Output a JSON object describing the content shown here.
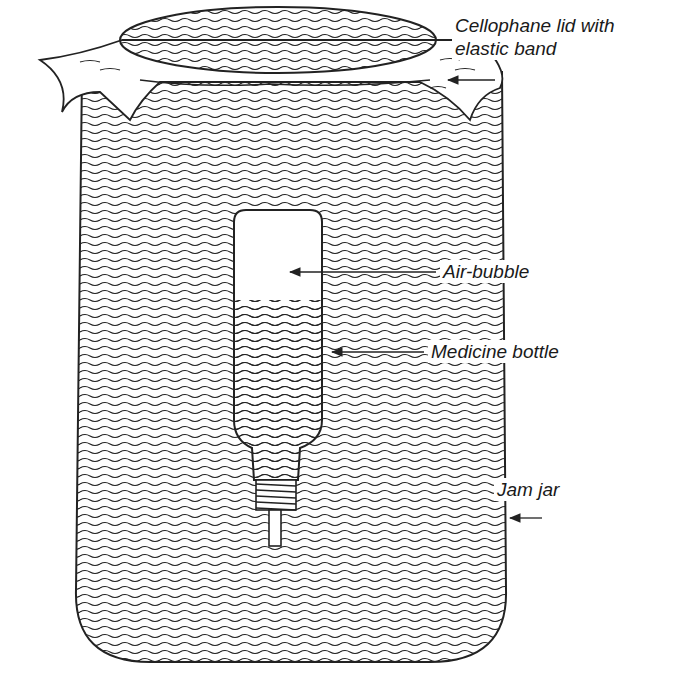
{
  "diagram": {
    "labels": [
      "Cellophane lid with elastic band",
      "Air-bubble",
      "Medicine bottle",
      "Jam jar"
    ]
  }
}
